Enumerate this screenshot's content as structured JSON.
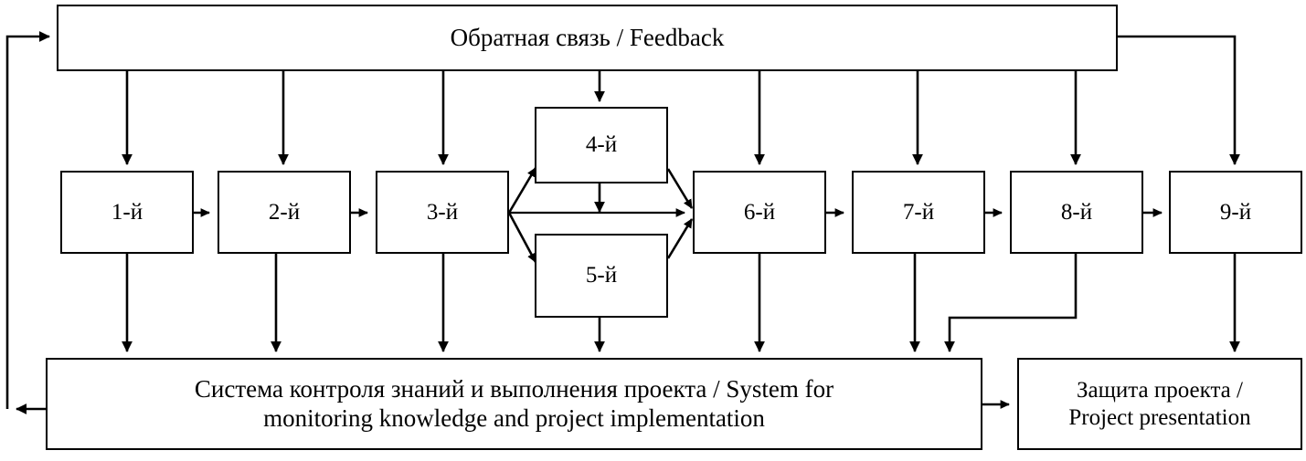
{
  "diagram": {
    "title": "Stage flow with feedback loop",
    "colors": {
      "stroke": "#000000",
      "fill": "#ffffff",
      "text": "#000000"
    },
    "feedback": {
      "label": "Обратная связь / Feedback"
    },
    "stages": [
      {
        "id": "s1",
        "label": "1-й"
      },
      {
        "id": "s2",
        "label": "2-й"
      },
      {
        "id": "s3",
        "label": "3-й"
      },
      {
        "id": "s4",
        "label": "4-й"
      },
      {
        "id": "s5",
        "label": "5-й"
      },
      {
        "id": "s6",
        "label": "6-й"
      },
      {
        "id": "s7",
        "label": "7-й"
      },
      {
        "id": "s8",
        "label": "8-й"
      },
      {
        "id": "s9",
        "label": "9-й"
      }
    ],
    "monitoring": {
      "line1": "Система контроля знаний и выполнения проекта / System for",
      "line2": "monitoring knowledge and project implementation"
    },
    "defense": {
      "line1": "Защита проекта /",
      "line2": "Project presentation"
    }
  }
}
